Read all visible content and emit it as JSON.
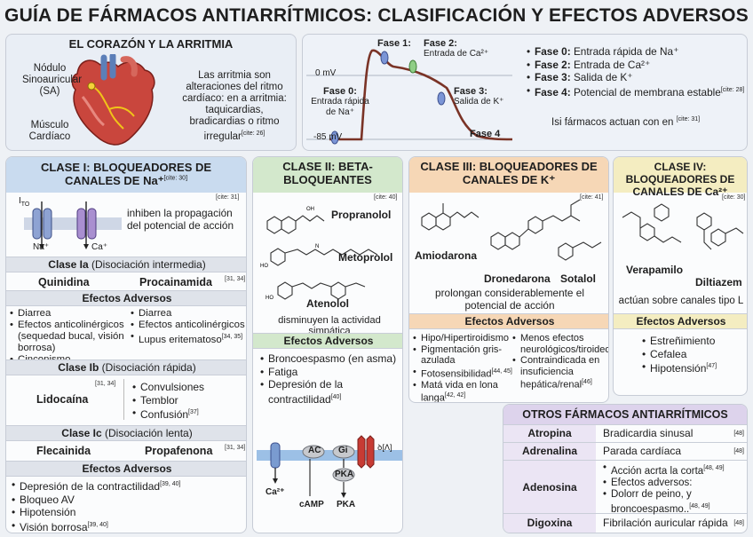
{
  "title": "GUÍA DE FÁRMACOS ANTIARRÍTMICOS: CLASIFICACIÓN Y EFECTOS ADVERSOS",
  "corazon": {
    "header": "EL CORAZÓN Y LA ARRITMIA",
    "label_sa": "Nódulo Sinoauricular (SA)",
    "label_muscle": "Músculo Cardíaco",
    "text": "Las arritmia son alteraciones del ritmo cardíaco: en a arritmia: taquicardias, bradicardias o ritmo irregular",
    "cite": "[cite: 26]"
  },
  "potencial": {
    "mv0": "0 mV",
    "mv85": "-85 mV",
    "fase0_t": "Fase 0:",
    "fase0_d": "Entrada rápida de Na⁺",
    "fase1_t": "Fase 1:",
    "fase2_t": "Fase 2:",
    "fase2_d": "Entrada de Ca²⁺",
    "fase3_t": "Fase 3:",
    "fase3_d": "Salida de K⁺",
    "fase4_t": "Fase 4",
    "list": [
      {
        "b": "Fase 0:",
        "t": "Entrada rápida de Na⁺"
      },
      {
        "b": "Fase 2:",
        "t": "Entrada de Ca²⁺"
      },
      {
        "b": "Fase 3:",
        "t": "Salida de K⁺"
      },
      {
        "b": "Fase 4:",
        "t": "Potencial de membrana estable"
      }
    ],
    "list_cite": "[cite: 28]",
    "note": "Isi fármacos actuan con en",
    "note_cite": "[cite: 31]"
  },
  "clase1": {
    "header": "CLASE I: BLOQUEADORES DE CANALES DE Na⁺",
    "header_cite": "[cite: 30]",
    "cite": "[cite: 31]",
    "ito": "I",
    "ito_sub": "TO",
    "na": "Na⁺",
    "ca": "Ca⁺",
    "desc": "inhiben la propagación del potencial de acción",
    "ia_b": "Clase Ia",
    "ia_t": "(Disociación intermedia)",
    "quinidina": "Quinidina",
    "procainamida": "Procainamida",
    "ia_cite": "[31, 34]",
    "ea1": "Efectos Adversos",
    "ea1_left": [
      "Diarrea",
      "Efectos anticolinérgicos (sequedad bucal, visión borrosa)",
      "Cinconismo"
    ],
    "ea1_right": [
      "Diarrea",
      "Efectos anticolinérgicos",
      "Lupus eritematoso"
    ],
    "ea1_cite": "[34, 35]",
    "ib_b": "Clase Ib",
    "ib_t": "(Disociación rápida)",
    "lidocaina": "Lidocaína",
    "ib_cite": "[31, 34]",
    "ib_list": [
      "Convulsiones",
      "Temblor",
      "Confusión"
    ],
    "ib_list_cite": "[37]",
    "ic_b": "Clase Ic",
    "ic_t": "(Disociación lenta)",
    "flecainida": "Flecainida",
    "propafenona": "Propafenona",
    "ic_cite": "[31, 34]",
    "ea2": "Efectos Adversos",
    "ea2_list": [
      "Depresión de la contractilidad",
      "Bloqueo AV",
      "Hipotensión",
      "Visión borrosa"
    ],
    "ea2_cite1": "[39, 40]",
    "ea2_cite4": "[39, 40]"
  },
  "clase2": {
    "header": "CLASE II: BETA-BLOQUEANTES",
    "cite": "[cite: 40]",
    "propranolol": "Propranolol",
    "metoprolol": "Metoprolol",
    "atenolol": "Atenolol",
    "desc": "disminuyen la actividad simpática",
    "ea": "Efectos Adversos",
    "ea_list": [
      "Broncoespasmo (en asma)",
      "Fatiga",
      "Depresión de la contractilidad"
    ],
    "ea_cite": "[40]",
    "ca": "Ca²⁺",
    "ac": "AC",
    "gi": "Gi",
    "pka1": "PKA",
    "camp": "cAMP",
    "pka2": "PKA",
    "code": "ꝺ[ᐱ]"
  },
  "clase3": {
    "header": "CLASE III: BLOQUEADORES DE CANALES DE K⁺",
    "cite": "[cite: 41]",
    "amiodarona": "Amiodarona",
    "dronedarona": "Dronedarona",
    "sotalol": "Sotalol",
    "desc": "prolongan considerablemente el potencial de acción",
    "ea": "Efectos Adversos",
    "ea_left": [
      "Hipo/Hipertiroidismo",
      "Pigmentación gris-azulada",
      "Fotosensibilidad",
      "Matá vida en lona langa"
    ],
    "ea_left_cite3": "[44, 45]",
    "ea_left_cite4": "[42, 42]",
    "ea_right": [
      "Menos efectos neurológicos/tiroideos",
      "Contraindicada en insuficiencia hepática/renal"
    ],
    "ea_right_cite": "[46]"
  },
  "clase4": {
    "header": "CLASE IV: BLOQUEADORES DE CANALES DE Ca²⁺",
    "cite": "[cite: 30]",
    "verapamilo": "Verapamilo",
    "diltiazem": "Diltiazem",
    "desc": "actúan sobre canales tipo L",
    "ea": "Efectos Adversos",
    "ea_list": [
      "Estreñimiento",
      "Cefalea",
      "Hipotensión"
    ],
    "ea_cite": "[47]"
  },
  "otros": {
    "header": "OTROS FÁRMACOS ANTIARRÍTMICOS",
    "rows": [
      {
        "drug": "Atropina",
        "effect": "Bradicardia sinusal",
        "cite": "[48]"
      },
      {
        "drug": "Adrenalina",
        "effect": "Parada cardíaca",
        "cite": "[48]"
      },
      {
        "drug": "Digoxina",
        "effect": "Fibrilación auricular rápida",
        "cite": "[48]"
      }
    ],
    "adenosina": "Adenosina",
    "aden_list": [
      "Acción acrta la corta",
      "Efectos adversos:",
      "Dolorr de peino, y broncoespasmo.."
    ],
    "aden_cite1": "[48, 49]",
    "aden_cite3": "[48, 49]"
  },
  "colors": {
    "clase1": "#c9dbef",
    "clase2": "#d3e8cc",
    "clase3": "#f6d7b6",
    "clase4": "#f4edc1",
    "otros": "#ddd3ec"
  }
}
